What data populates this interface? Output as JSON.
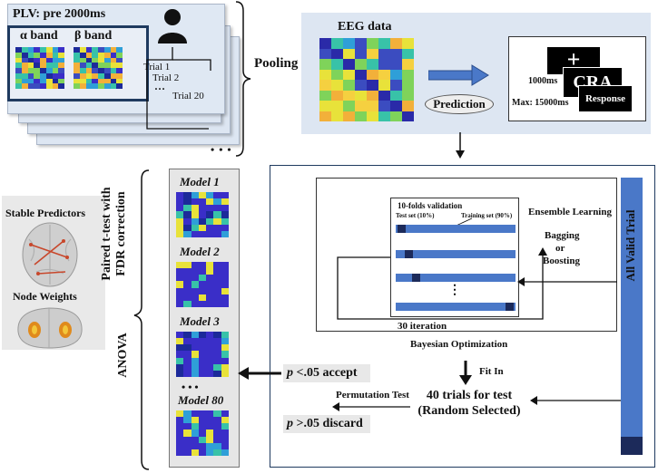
{
  "plv": {
    "title": "PLV: pre 2000ms",
    "alpha_label": "α band",
    "beta_label": "β band",
    "trial1": "Trial 1",
    "trial2": "Trial 2",
    "dots": "…",
    "trial20": "Trial 20",
    "pooling": "Pooling",
    "stack_dots": "• • •"
  },
  "eeg": {
    "title": "EEG data",
    "prediction": "Prediction",
    "plus": "+",
    "cra": "CRA",
    "response": "Response",
    "time1": "1000ms",
    "time2": "Max: 15000ms"
  },
  "left": {
    "stable_predictors": "Stable Predictors",
    "node_weights": "Node Weights",
    "paired_t": "Paired t-test with",
    "fdr": "FDR correction",
    "anova": "ANOVA"
  },
  "models": {
    "m1": "Model 1",
    "m2": "Model 2",
    "m3": "Model 3",
    "dots": "• • •",
    "m80": "Model 80"
  },
  "ensemble": {
    "cv_title": "10-folds validation",
    "test_set": "Test set (10%)",
    "train_set": "Training set (90%)",
    "ensemble_learning": "Ensemble Learning",
    "bagging": "Bagging",
    "or": "or",
    "boosting": "Boosting",
    "iteration": "30 iteration",
    "bayes": "Bayesian Optimization",
    "all_valid": "All Valid Trial",
    "vdots": "⋮"
  },
  "test": {
    "fit_in": "Fit In",
    "forty1": "40 trials for test",
    "forty2": "(Random Selected)",
    "permutation": "Permutation Test",
    "p": "p",
    "accept": " <.05 accept",
    "discard": " >.05 discard",
    "ellipsis": "• • •"
  },
  "colors": {
    "blue_bar": "#4a78c8",
    "dark_cell": "#1c2a5a",
    "heat_bg": "#3a2ec8",
    "panel_bg": "#dde6f2",
    "frame": "#1f3a5f"
  }
}
